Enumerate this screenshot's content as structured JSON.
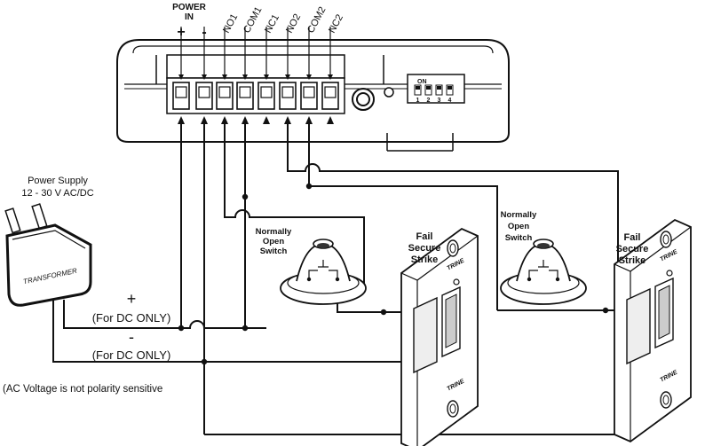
{
  "controller": {
    "power_in": "POWER\nIN",
    "terminals": [
      "+",
      "-",
      "NO1",
      "COM1",
      "NC1",
      "NO2",
      "COM2",
      "NC2"
    ],
    "dip_on": "ON",
    "dip_numbers": [
      "1",
      "2",
      "3",
      "4"
    ]
  },
  "power_supply": {
    "title": "Power Supply",
    "rating": "12 - 30 V AC/DC",
    "body_text": "TRANSFORMER"
  },
  "polarity": {
    "plus": "+",
    "plus_note": "(For DC ONLY)",
    "minus": "-",
    "minus_note": "(For DC ONLY)",
    "ac_note": "(AC Voltage is not polarity sensitive"
  },
  "switch_1": {
    "label": "Normally\nOpen\nSwitch"
  },
  "switch_2": {
    "label": "Normally\nOpen\nSwitch"
  },
  "strike_1": {
    "label": "Fail\nSecure\nStrike",
    "brand": "TRINE"
  },
  "strike_2": {
    "label": "Fail\nSecure\nStrike",
    "brand": "TRINE"
  }
}
